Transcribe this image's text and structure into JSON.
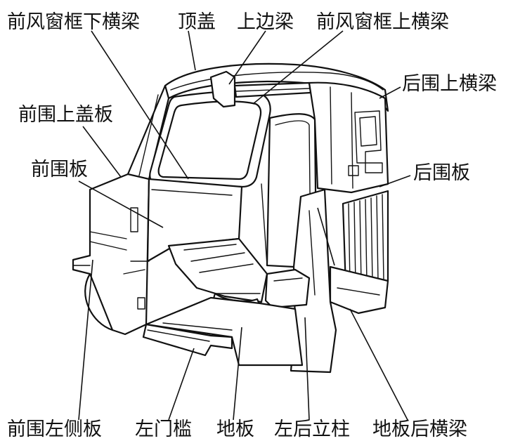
{
  "labels": {
    "windshield_lower_beam": "前风窗框下横梁",
    "roof": "顶盖",
    "upper_side_beam": "上边梁",
    "windshield_upper_beam": "前风窗框上横梁",
    "rear_upper_beam": "后围上横梁",
    "front_upper_cover": "前围上盖板",
    "front_panel": "前围板",
    "rear_panel": "后围板",
    "front_left_side_panel": "前围左侧板",
    "left_door_sill": "左门槛",
    "floor": "地板",
    "left_rear_pillar": "左后立柱",
    "floor_rear_beam": "地板后横梁"
  }
}
